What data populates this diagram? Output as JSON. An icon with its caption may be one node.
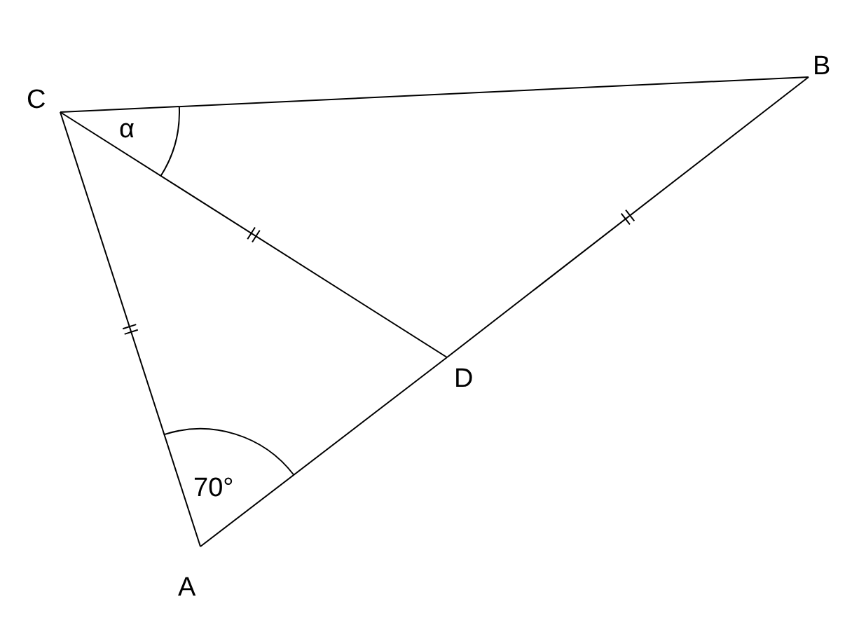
{
  "diagram": {
    "nodes": [
      {
        "text": [
          "C"
        ]
      },
      {
        "text": [
          "B"
        ]
      },
      {
        "text": [
          "D"
        ]
      },
      {
        "text": [
          "A"
        ]
      }
    ],
    "edges": [
      {
        "from": 0,
        "to": 1,
        "arrow": "none"
      },
      {
        "from": 0,
        "to": 3,
        "arrow": "none"
      },
      {
        "from": 0,
        "to": 2,
        "arrow": "none"
      },
      {
        "from": 3,
        "to": 2,
        "arrow": "none"
      },
      {
        "from": 2,
        "to": 1,
        "arrow": "none"
      }
    ],
    "labels": [
      "α",
      "70°"
    ]
  }
}
